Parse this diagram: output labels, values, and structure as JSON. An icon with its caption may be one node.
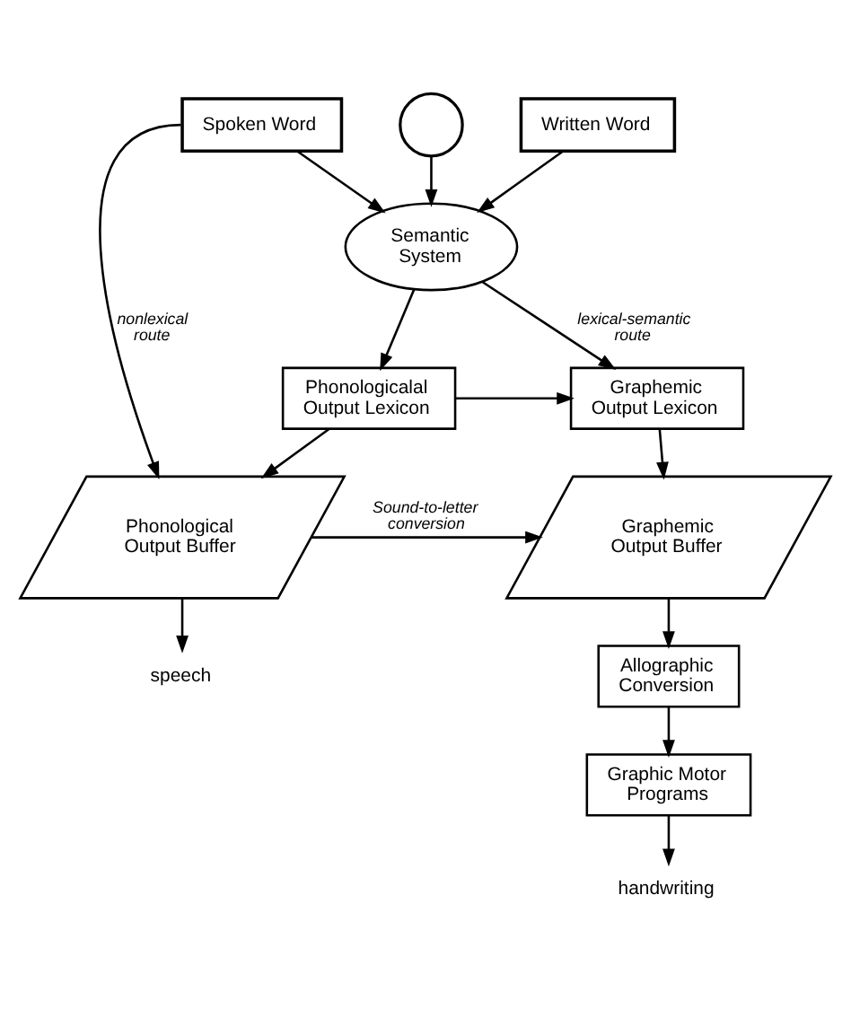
{
  "diagram": {
    "nodes": [
      {
        "text": [
          "Spoken Word"
        ]
      },
      {
        "text": [],
        "shape": "circle"
      },
      {
        "text": [
          "Written Word"
        ]
      },
      {
        "text": [
          "Semantic System"
        ]
      },
      {
        "text": [
          "Phonologicalal Output Lexicon"
        ]
      },
      {
        "text": [
          "Graphemic Output Lexicon"
        ]
      },
      {
        "text": [
          "Phonological Output Buffer"
        ]
      },
      {
        "text": [
          "Graphemic Output Buffer"
        ]
      },
      {
        "text": [
          "Allographic Conversion"
        ]
      },
      {
        "text": [
          "Graphic Motor Programs"
        ]
      },
      {
        "text": [
          "speech"
        ]
      },
      {
        "text": [
          "handwriting"
        ]
      }
    ],
    "edges": [
      {
        "from": 0,
        "to": 3,
        "arrow": "to"
      },
      {
        "from": 1,
        "to": 3,
        "arrow": "to"
      },
      {
        "from": 2,
        "to": 3,
        "arrow": "to"
      },
      {
        "from": 3,
        "to": 4,
        "arrow": "to"
      },
      {
        "from": 3,
        "to": 5,
        "arrow": "to",
        "label": "lexical-semantic route"
      },
      {
        "from": 0,
        "to": 6,
        "arrow": "to",
        "label": "nonlexical route"
      },
      {
        "from": 4,
        "to": 5,
        "arrow": "to"
      },
      {
        "from": 4,
        "to": 6,
        "arrow": "to"
      },
      {
        "from": 5,
        "to": 7,
        "arrow": "to"
      },
      {
        "from": 6,
        "to": 7,
        "arrow": "to",
        "label": "Sound-to-letter conversion"
      },
      {
        "from": 6,
        "to": 10,
        "arrow": "to"
      },
      {
        "from": 7,
        "to": 8,
        "arrow": "to"
      },
      {
        "from": 8,
        "to": 9,
        "arrow": "to"
      },
      {
        "from": 9,
        "to": 11,
        "arrow": "to"
      }
    ]
  }
}
